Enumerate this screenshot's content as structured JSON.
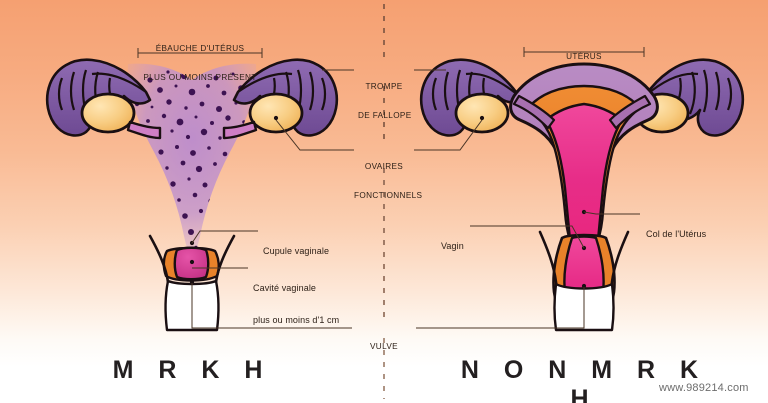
{
  "figure": {
    "background_top_color": "#f5a071",
    "background_bottom_color": "#ffffff",
    "divider": "vertical-dashed-line"
  },
  "panels": {
    "left": {
      "title": "M R K H",
      "title_plain": "MRKH",
      "bracket_label_line1": "ÉBAUCHE D'UTÉRUS",
      "bracket_label_line2": "PLUS OU MOINS PRÉSENT",
      "callouts": [
        {
          "text": "Cupule vaginale"
        },
        {
          "text_line1": "Cavité vaginale",
          "text_line2": "plus ou moins d'1 cm"
        }
      ]
    },
    "right": {
      "title": "N O N   M R K H",
      "title_plain": "NON MRKH",
      "bracket_label": "UTÉRUS",
      "callouts": [
        {
          "text": "Col de l'Utérus"
        },
        {
          "text": "Vagin"
        }
      ]
    }
  },
  "center_labels": [
    {
      "line1": "TROMPE",
      "line2": "DE FALLOPE"
    },
    {
      "line1": "OVAIRES",
      "line2": "FONCTIONNELS"
    },
    {
      "line1": "VULVE"
    }
  ],
  "watermark": "www.989214.com",
  "colors": {
    "tube_purple": "#7b569f",
    "tube_purple_light": "#9b7abc",
    "ovary_gold": "#f5c16a",
    "ovary_gold_light": "#fbdc9e",
    "uterus_wall": "#b07ab5",
    "uterus_myometrium": "#e8822a",
    "endometrium_magenta": "#e22e8a",
    "endometrium_pink": "#f0489c",
    "outline_dark": "#1a0f12",
    "speckle": "#3d1a52",
    "label_text": "#2e2118"
  }
}
